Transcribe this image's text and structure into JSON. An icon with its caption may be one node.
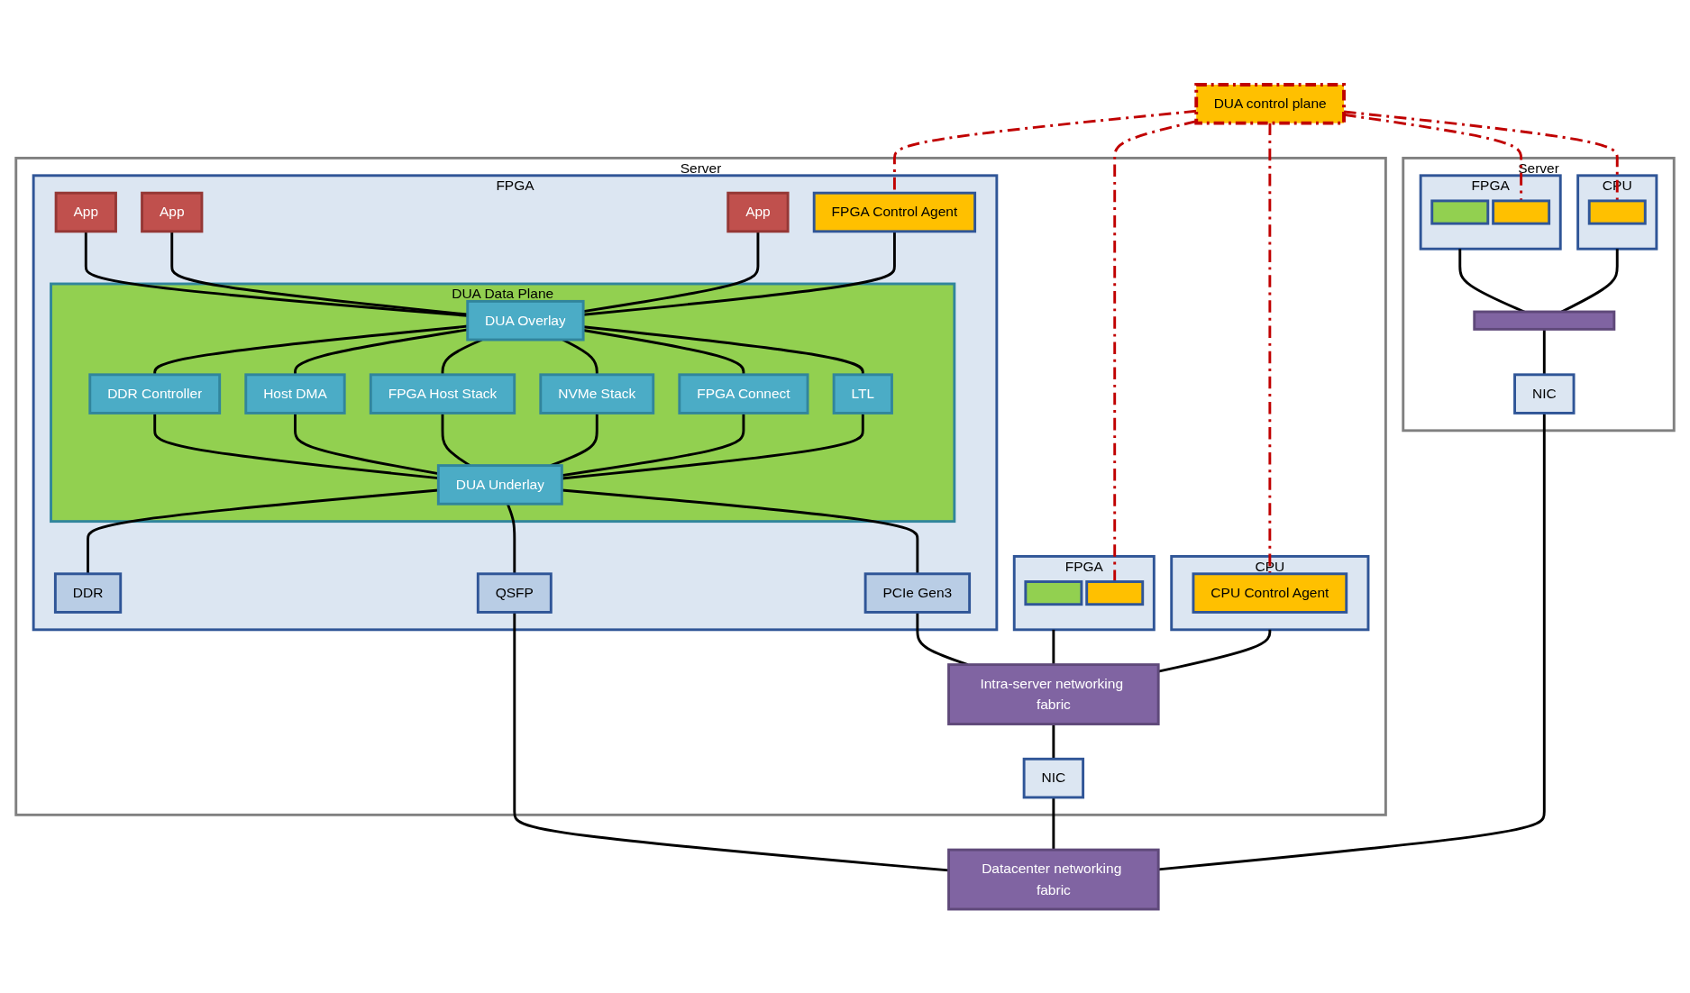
{
  "diagram": {
    "nodes": [
      {
        "text": [
          "Server"
        ]
      },
      {
        "text": [
          "FPGA"
        ],
        "in": 0
      },
      {
        "text": [
          "DUA Data Plane"
        ],
        "in": 1
      },
      {
        "text": [
          "DUA Overlay"
        ],
        "in": 2
      },
      {
        "text": [
          "DDR Controller"
        ],
        "in": 2
      },
      {
        "text": [
          "Host DMA"
        ],
        "in": 2
      },
      {
        "text": [
          "FPGA Host Stack"
        ],
        "in": 2
      },
      {
        "text": [
          "NVMe Stack"
        ],
        "in": 2
      },
      {
        "text": [
          "FPGA Connect"
        ],
        "in": 2
      },
      {
        "text": [
          "LTL"
        ],
        "in": 2
      },
      {
        "text": [
          "DUA Underlay"
        ],
        "in": 2
      },
      {
        "text": [
          "App"
        ],
        "in": 1
      },
      {
        "text": [
          "App"
        ],
        "in": 1
      },
      {
        "text": [
          "App"
        ],
        "in": 1
      },
      {
        "text": [
          "FPGA Control Agent"
        ],
        "in": 1
      },
      {
        "text": [
          "DDR"
        ],
        "in": 1
      },
      {
        "text": [
          "QSFP"
        ],
        "in": 1
      },
      {
        "text": [
          "PCIe Gen3"
        ],
        "in": 1
      },
      {
        "text": [
          "CPU"
        ],
        "in": 0
      },
      {
        "text": [
          "CPU Control Agent"
        ],
        "in": 18
      },
      {
        "text": [
          "FPGA"
        ],
        "in": 0
      },
      {
        "text": [],
        "shape": "box",
        "in": 20
      },
      {
        "text": [],
        "shape": "box",
        "in": 20
      },
      {
        "text": [
          "Intra-server networking fabric"
        ],
        "in": 0
      },
      {
        "text": [
          "NIC"
        ],
        "in": 0
      },
      {
        "text": [
          "DUA control plane"
        ]
      },
      {
        "text": [
          "Server"
        ]
      },
      {
        "text": [
          "FPGA"
        ],
        "in": 26
      },
      {
        "text": [],
        "shape": "box",
        "in": 27
      },
      {
        "text": [],
        "shape": "box",
        "in": 27
      },
      {
        "text": [
          "CPU"
        ],
        "in": 26
      },
      {
        "text": [],
        "shape": "box",
        "in": 30
      },
      {
        "text": [],
        "shape": "bar",
        "in": 26
      },
      {
        "text": [
          "NIC"
        ],
        "in": 26
      },
      {
        "text": [
          "Datacenter networking fabric"
        ]
      }
    ],
    "edges": [
      {
        "from": 11,
        "to": 3,
        "arrow": "none"
      },
      {
        "from": 12,
        "to": 3,
        "arrow": "none"
      },
      {
        "from": 13,
        "to": 3,
        "arrow": "none"
      },
      {
        "from": 14,
        "to": 3,
        "arrow": "none"
      },
      {
        "from": 3,
        "to": 4,
        "arrow": "none"
      },
      {
        "from": 3,
        "to": 5,
        "arrow": "none"
      },
      {
        "from": 3,
        "to": 6,
        "arrow": "none"
      },
      {
        "from": 3,
        "to": 7,
        "arrow": "none"
      },
      {
        "from": 3,
        "to": 8,
        "arrow": "none"
      },
      {
        "from": 3,
        "to": 9,
        "arrow": "none"
      },
      {
        "from": 4,
        "to": 10,
        "arrow": "none"
      },
      {
        "from": 5,
        "to": 10,
        "arrow": "none"
      },
      {
        "from": 6,
        "to": 10,
        "arrow": "none"
      },
      {
        "from": 7,
        "to": 10,
        "arrow": "none"
      },
      {
        "from": 8,
        "to": 10,
        "arrow": "none"
      },
      {
        "from": 9,
        "to": 10,
        "arrow": "none"
      },
      {
        "from": 10,
        "to": 15,
        "arrow": "none"
      },
      {
        "from": 10,
        "to": 16,
        "arrow": "none"
      },
      {
        "from": 10,
        "to": 17,
        "arrow": "none"
      },
      {
        "from": 16,
        "to": 34,
        "arrow": "none"
      },
      {
        "from": 17,
        "to": 23,
        "arrow": "none"
      },
      {
        "from": 20,
        "to": 23,
        "arrow": "none"
      },
      {
        "from": 18,
        "to": 23,
        "arrow": "none"
      },
      {
        "from": 23,
        "to": 24,
        "arrow": "none"
      },
      {
        "from": 24,
        "to": 34,
        "arrow": "none"
      },
      {
        "from": 27,
        "to": 32,
        "arrow": "none"
      },
      {
        "from": 30,
        "to": 32,
        "arrow": "none"
      },
      {
        "from": 32,
        "to": 33,
        "arrow": "none"
      },
      {
        "from": 33,
        "to": 34,
        "arrow": "none"
      },
      {
        "from": 25,
        "to": 14,
        "arrow": "none",
        "style": "dashed",
        "color": "#c00000"
      },
      {
        "from": 25,
        "to": 19,
        "arrow": "none",
        "style": "dashed",
        "color": "#c00000"
      },
      {
        "from": 25,
        "to": 22,
        "arrow": "none",
        "style": "dashed",
        "color": "#c00000"
      },
      {
        "from": 25,
        "to": 29,
        "arrow": "none",
        "style": "dashed",
        "color": "#c00000"
      },
      {
        "from": 25,
        "to": 31,
        "arrow": "none",
        "style": "dashed",
        "color": "#c00000"
      }
    ]
  }
}
